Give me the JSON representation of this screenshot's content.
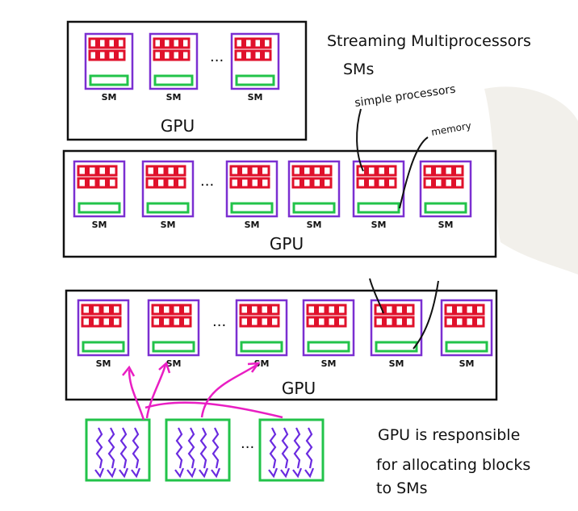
{
  "labels": {
    "heading_line1": "Streaming Multiprocessors",
    "heading_line2": "SMs",
    "simple_processors": "simple processors",
    "memory": "memory",
    "gpu": "GPU",
    "sm": "SM",
    "ellipsis": "...",
    "caption_line1": "GPU is responsible",
    "caption_line2": "for allocating blocks",
    "caption_line3": "to SMs"
  },
  "colors": {
    "ink": "#111111",
    "sm_border": "#7b2fd1",
    "processor": "#e0112b",
    "memory": "#22c34a",
    "block_border": "#22c34a",
    "thread": "#6a2ae0",
    "arrow": "#e91ec3",
    "hand_shadow": "#e8e4dc"
  },
  "diagrams": [
    {
      "name": "gpu-top",
      "sm_count": 3
    },
    {
      "name": "gpu-middle",
      "sm_count": 6
    },
    {
      "name": "gpu-bottom",
      "sm_count": 6
    }
  ],
  "blocks": {
    "count": 3,
    "threads_per_block": 4
  }
}
